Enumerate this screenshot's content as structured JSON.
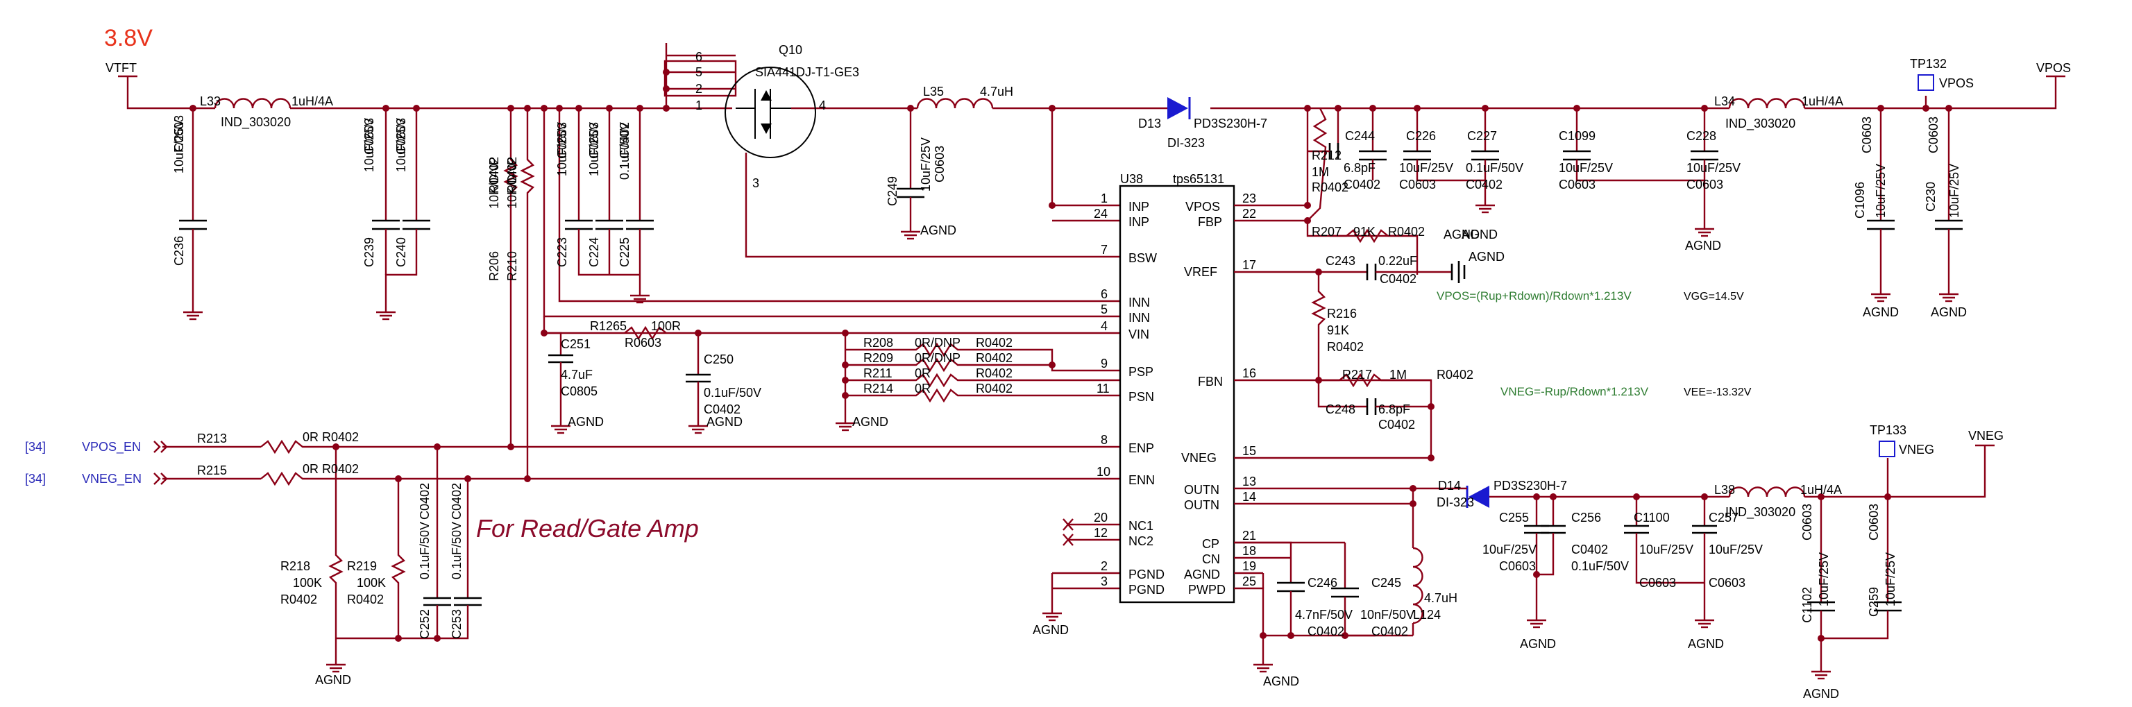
{
  "supply": {
    "voltage": "3.8V",
    "rail": "VTFT",
    "rail_out_pos": "VPOS",
    "rail_out_neg": "VNEG"
  },
  "colors": {
    "wire": "#8b0016",
    "label_red": "#e8331c",
    "net_blue": "#2a2ab8",
    "note_green": "#2f7d32"
  },
  "components": {
    "L33": "L33",
    "L33v": "1uH/4A",
    "L33p": "IND_303020",
    "C236": "C236",
    "C236v": "10uF/25V",
    "C236p": "C0603",
    "C239": "C239",
    "C239v": "10uF/25V",
    "C239p": "C0603",
    "C240": "C240",
    "C240v": "10uF/25V",
    "C240p": "C0603",
    "R206": "R206",
    "R206v": "10K/DNP",
    "R206p": "R0402",
    "R210": "R210",
    "R210v": "10K/DNP",
    "R210p": "R0402",
    "C223": "C223",
    "C223v": "10uF/25V",
    "C223p": "C0603",
    "C224": "C224",
    "C224v": "10uF/25V",
    "C224p": "C0603",
    "C225": "C225",
    "C225v": "0.1uF/50V",
    "C225p": "C0402",
    "Q10": "Q10",
    "Q10v": "SIA441DJ-T1-GE3",
    "L35": "L35",
    "L35v": "4.7uH",
    "C249": "C249",
    "C249v": "10uF/25V",
    "C249p": "C0603",
    "D13": "D13",
    "D13v": "PD3S230H-7",
    "D13p": "DI-323",
    "R212": "R212",
    "R212v": "1M",
    "R212p": "R0402",
    "C244": "C244",
    "C244v": "6.8pF",
    "C244p": "C0402",
    "C226": "C226",
    "C226v": "10uF/25V",
    "C226p": "C0603",
    "C227": "C227",
    "C227v": "0.1uF/50V",
    "C227p": "C0402",
    "C1099": "C1099",
    "C1099v": "10uF/25V",
    "C1099p": "C0603",
    "C228": "C228",
    "C228v": "10uF/25V",
    "C228p": "C0603",
    "L34": "L34",
    "L34v": "1uH/4A",
    "L34p": "IND_303020",
    "C1096": "C1096",
    "C1096v": "10uF/25V",
    "C1096p": "C0603",
    "C230": "C230",
    "C230v": "10uF/25V",
    "C230p": "C0603",
    "R207": "R207",
    "R207v": "91K",
    "R207p": "R0402",
    "C243": "C243",
    "C243v": "0.22uF",
    "C243p": "C0402",
    "R216": "R216",
    "R216v": "91K",
    "R216p": "R0402",
    "R217": "R217",
    "R217v": "1M",
    "R217p": "R0402",
    "C248": "C248",
    "C248v": "6.8pF",
    "C248p": "C0402",
    "R1265": "R1265",
    "R1265v": "100R",
    "R1265p": "R0603",
    "C251": "C251",
    "C251v": "4.7uF",
    "C251p": "C0805",
    "C250": "C250",
    "C250v": "0.1uF/50V",
    "C250p": "C0402",
    "R208": "R208",
    "R208v": "0R/DNP",
    "R208p": "R0402",
    "R209": "R209",
    "R209v": "0R/DNP",
    "R209p": "R0402",
    "R211": "R211",
    "R211v": "0R",
    "R211p": "R0402",
    "R214": "R214",
    "R214v": "0R",
    "R214p": "R0402",
    "R213": "R213",
    "R213v": "0R",
    "R213p": "R0402",
    "R215": "R215",
    "R215v": "0R",
    "R215p": "R0402",
    "R218": "R218",
    "R218v": "100K",
    "R218p": "R0402",
    "R219": "R219",
    "R219v": "100K",
    "R219p": "R0402",
    "C252": "C252",
    "C252v": "0.1uF/50V",
    "C252p": "C0402",
    "C253": "C253",
    "C253v": "0.1uF/50V",
    "C253p": "C0402",
    "C246": "C246",
    "C246v": "4.7nF/50V",
    "C246p": "C0402",
    "C245": "C245",
    "C245v": "10nF/50V",
    "C245p": "C0402",
    "L124": "L124",
    "L124v": "4.7uH",
    "D14": "D14",
    "D14v": "PD3S230H-7",
    "D14p": "DI-323",
    "C255": "C255",
    "C255v": "10uF/25V",
    "C255p": "C0603",
    "C256": "C256",
    "C256v": "0.1uF/50V",
    "C256p": "C0402",
    "C1100": "C1100",
    "C1100v": "10uF/25V",
    "C1100p": "C0603",
    "C257": "C257",
    "C257v": "10uF/25V",
    "C257p": "C0603",
    "L38": "L38",
    "L38v": "1uH/4A",
    "L38p": "IND_303020",
    "C1102": "C1102",
    "C1102v": "10uF/25V",
    "C1102p": "C0603",
    "C259": "C259",
    "C259v": "10uF/25V",
    "C259p": "C0603"
  },
  "ic": {
    "ref": "U38",
    "part": "tps65131",
    "left_pins": [
      [
        "1",
        "INP"
      ],
      [
        "24",
        "INP"
      ],
      [
        "7",
        "BSW"
      ],
      [
        "6",
        "INN"
      ],
      [
        "5",
        "INN"
      ],
      [
        "4",
        "VIN"
      ],
      [
        "9",
        "PSP"
      ],
      [
        "11",
        "PSN"
      ],
      [
        "8",
        "ENP"
      ],
      [
        "10",
        "ENN"
      ],
      [
        "20",
        "NC1"
      ],
      [
        "12",
        "NC2"
      ],
      [
        "2",
        "PGND"
      ],
      [
        "3",
        "PGND"
      ]
    ],
    "right_pins": [
      [
        "23",
        "VPOS"
      ],
      [
        "22",
        "FBP"
      ],
      [
        "17",
        "VREF"
      ],
      [
        "16",
        "FBN"
      ],
      [
        "15",
        "VNEG"
      ],
      [
        "13",
        "OUTN"
      ],
      [
        "14",
        "OUTN"
      ],
      [
        "21",
        "CP"
      ],
      [
        "18",
        "CN"
      ],
      [
        "19",
        "AGND"
      ],
      [
        "25",
        "PWPD"
      ]
    ]
  },
  "q10_pins": [
    "6",
    "5",
    "2",
    "1",
    "4",
    "3"
  ],
  "nets": {
    "agnd": "AGND",
    "vpos_en": "VPOS_EN",
    "vneg_en": "VNEG_EN",
    "sheet_ref": "[34]",
    "tp132": "TP132",
    "tp133": "TP133",
    "tp132_net": "VPOS",
    "tp133_net": "VNEG"
  },
  "notes": {
    "vpos_eq": "VPOS=(Rup+Rdown)/Rdown*1.213V",
    "vgg": "VGG=14.5V",
    "vneg_eq": "VNEG=-Rup/Rdown*1.213V",
    "vee": "VEE=-13.32V"
  },
  "caption": "For Read/Gate Amp"
}
